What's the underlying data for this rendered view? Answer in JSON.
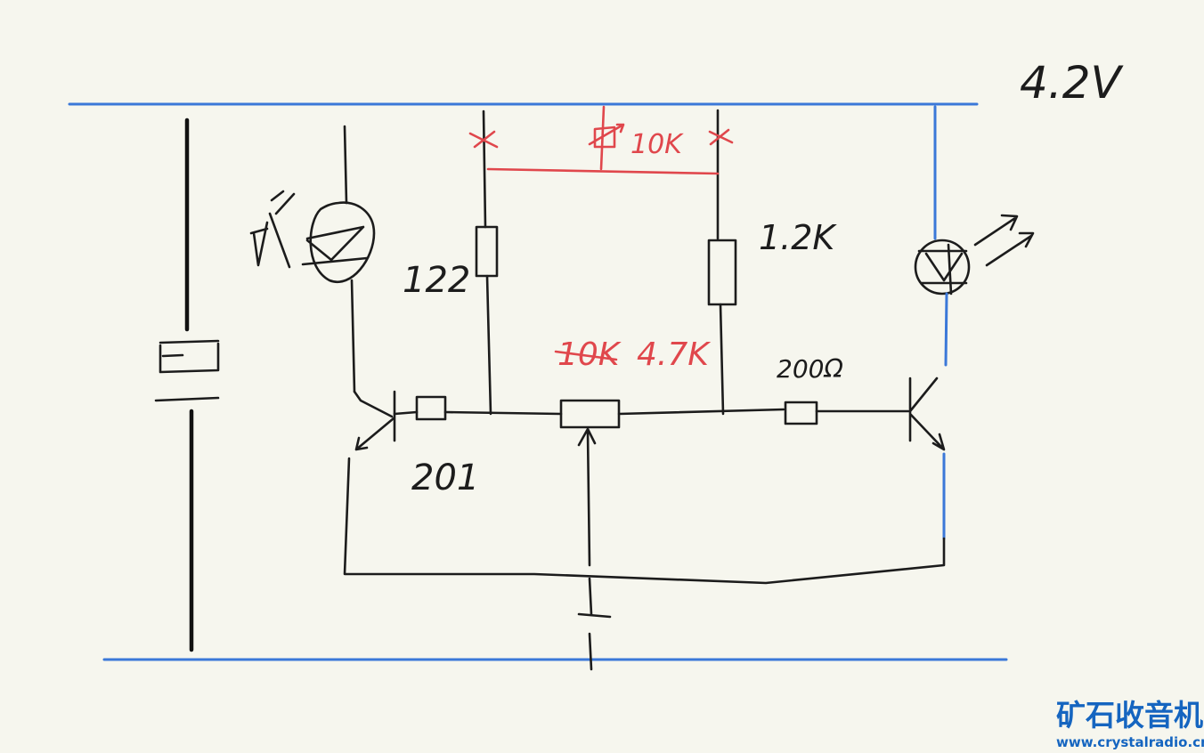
{
  "diagram": {
    "supply_label": "4.2V",
    "labels": {
      "r_left": "122",
      "r_right": "1.2K",
      "r_base": "201",
      "r_output": "200Ω",
      "pot_old": "10K",
      "pot_new": "4.7K",
      "added_pot": "10K"
    }
  },
  "colors": {
    "rail": "#3b78d8",
    "ink": "#1c1c1c",
    "correction": "#e0474c",
    "watermark": "#1565c0"
  },
  "watermark": {
    "title": "矿石收音机",
    "url": "www.crystalradio.cn"
  }
}
